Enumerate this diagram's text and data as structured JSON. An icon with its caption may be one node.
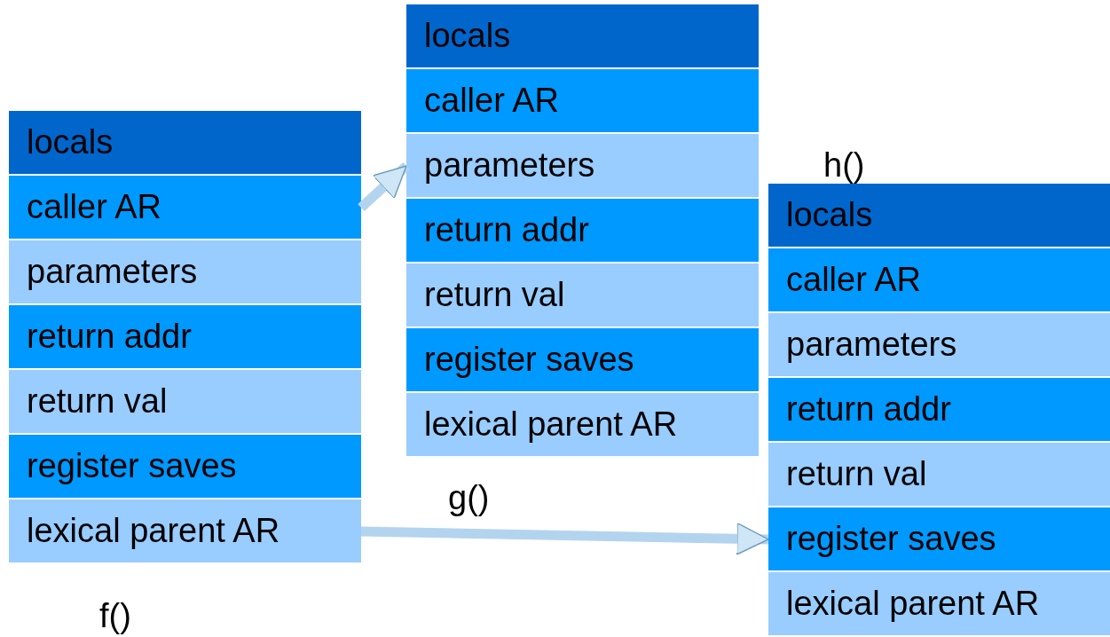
{
  "diagram": {
    "nodes": [
      {
        "text": [
          "f()"
        ]
      },
      {
        "text": [
          "locals"
        ],
        "in": 0
      },
      {
        "text": [
          "caller AR"
        ],
        "in": 0
      },
      {
        "text": [
          "parameters"
        ],
        "in": 0
      },
      {
        "text": [
          "return addr"
        ],
        "in": 0
      },
      {
        "text": [
          "return val"
        ],
        "in": 0
      },
      {
        "text": [
          "register saves"
        ],
        "in": 0
      },
      {
        "text": [
          "lexical parent AR"
        ],
        "in": 0
      },
      {
        "text": [
          "g()"
        ]
      },
      {
        "text": [
          "locals"
        ],
        "in": 8
      },
      {
        "text": [
          "caller AR"
        ],
        "in": 8
      },
      {
        "text": [
          "parameters"
        ],
        "in": 8
      },
      {
        "text": [
          "return addr"
        ],
        "in": 8
      },
      {
        "text": [
          "return val"
        ],
        "in": 8
      },
      {
        "text": [
          "register saves"
        ],
        "in": 8
      },
      {
        "text": [
          "lexical parent AR"
        ],
        "in": 8
      },
      {
        "text": [
          "h()"
        ]
      },
      {
        "text": [
          "locals"
        ],
        "in": 16
      },
      {
        "text": [
          "caller AR"
        ],
        "in": 16
      },
      {
        "text": [
          "parameters"
        ],
        "in": 16
      },
      {
        "text": [
          "return addr"
        ],
        "in": 16
      },
      {
        "text": [
          "return val"
        ],
        "in": 16
      },
      {
        "text": [
          "register saves"
        ],
        "in": 16
      },
      {
        "text": [
          "lexical parent AR"
        ],
        "in": 16
      }
    ],
    "edges": [
      {
        "from": 2,
        "to": 11,
        "arrow": "to"
      },
      {
        "from": 7,
        "to": 22,
        "arrow": "to"
      }
    ]
  }
}
